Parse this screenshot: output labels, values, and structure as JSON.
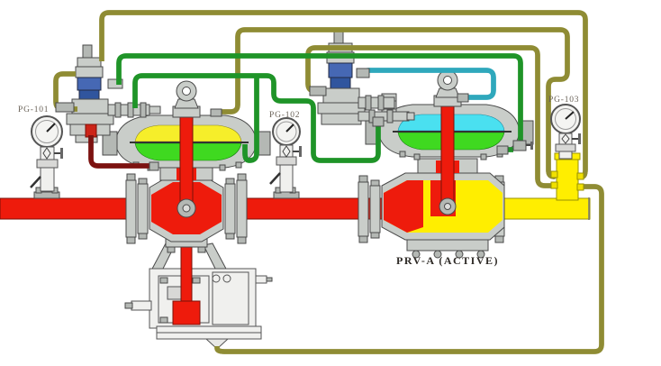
{
  "diagram": {
    "labels": {
      "pg101": "PG-101",
      "pg102": "PG-102",
      "pg103": "PG-103",
      "valve_a": "PRV-A (ACTIVE)"
    },
    "colors": {
      "inlet_pipe_red": "#ee1b0c",
      "outlet_pipe_yellow": "#ffee00",
      "diaphragm_yellow": "#f6ee2a",
      "diaphragm_green": "#3fd920",
      "diaphragm_cyan": "#4ae0f0",
      "tube_yellow": "#ddd468",
      "tube_green": "#4ad152",
      "tube_cyan": "#7ce2ef",
      "tube_red": "#c4251c",
      "valve_body_gray": "#c9cdc9",
      "pilot_spring_blue": "#4668b4",
      "background": "#ffffff"
    }
  }
}
